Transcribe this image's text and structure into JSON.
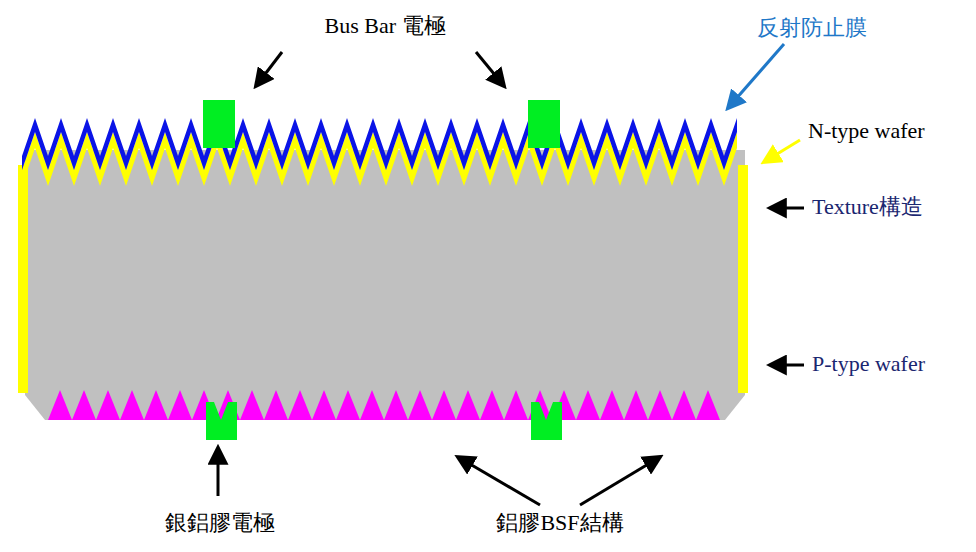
{
  "diagram": {
    "labels": [
      "Bus Bar 電極",
      "反射防止膜",
      "N-type wafer",
      "Texture構造",
      "P-type wafer",
      "銀鋁膠電極",
      "鋁膠BSF結構"
    ]
  }
}
